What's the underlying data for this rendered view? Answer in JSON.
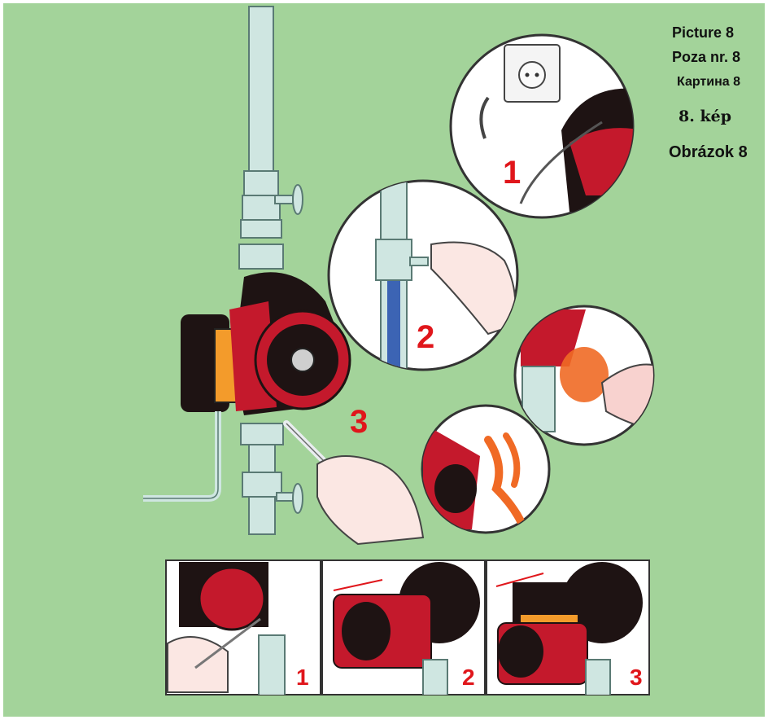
{
  "captions": [
    "Picture 8",
    "Poza nr. 8",
    "Картина 8",
    "8. kép",
    "Obrázok 8"
  ],
  "circle_steps": [
    "1",
    "2",
    "3"
  ],
  "panel_steps": [
    "1",
    "2",
    "3"
  ],
  "colors": {
    "background": "#a3d39a",
    "pump_red": "#c4192c",
    "pump_dark": "#1e1313",
    "pipe": "#cfe6e1",
    "step_number": "#e0161b"
  }
}
